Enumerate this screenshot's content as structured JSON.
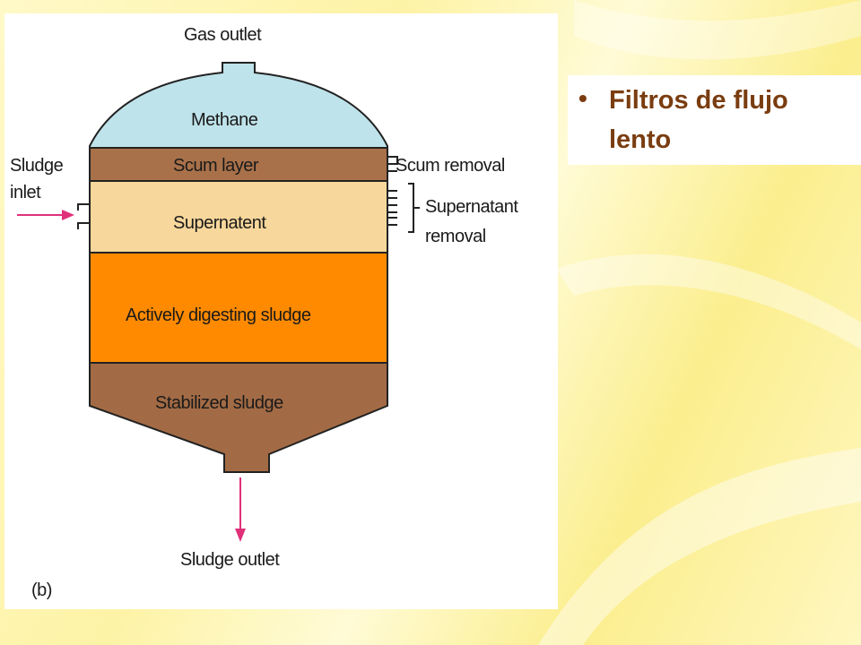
{
  "slide": {
    "bullet_symbol": "•",
    "bullet_text": "Filtros de flujo lento"
  },
  "diagram": {
    "labels": {
      "gas_outlet": "Gas outlet",
      "methane": "Methane",
      "scum_layer": "Scum layer",
      "scum_removal": "Scum removal",
      "sludge_inlet_line1": "Sludge",
      "sludge_inlet_line2": "inlet",
      "supernatent": "Supernatent",
      "supernatant_removal_line1": "Supernatant",
      "supernatant_removal_line2": "removal",
      "actively_digesting": "Actively digesting sludge",
      "stabilized_sludge": "Stabilized sludge",
      "sludge_outlet": "Sludge outlet",
      "panel_tag": "(b)"
    },
    "colors": {
      "methane": "#bfe3ea",
      "scum_layer": "#a9714a",
      "supernatent": "#f7d79b",
      "actively_digesting": "#ff8a00",
      "stabilized_sludge": "#a36b45",
      "arrows": "#e0307a",
      "outline": "#222222"
    }
  }
}
